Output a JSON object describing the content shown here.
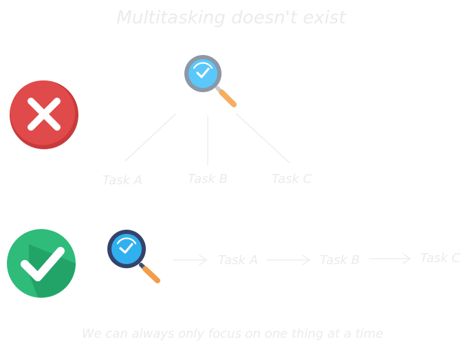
{
  "title": "Multitasking doesn't exist",
  "wrong_example": {
    "tasks": [
      "Task A",
      "Task B",
      "Task C"
    ]
  },
  "right_example": {
    "tasks": [
      "Task A",
      "Task B",
      "Task C"
    ]
  },
  "footer": "We can always only focus on one thing at a time",
  "colors": {
    "cross_red": "#e04a4a",
    "cross_red_shadow": "#c83a3c",
    "check_green": "#2fbb7a",
    "check_green_shadow": "#22a468",
    "lens_blue": "#5ac8fa",
    "handle_orange": "#f39c4a",
    "faint_text": "#e9ebed"
  },
  "icons": {
    "wrong": "cross-icon",
    "right": "check-icon",
    "focus": "magnifier-check-icon"
  }
}
